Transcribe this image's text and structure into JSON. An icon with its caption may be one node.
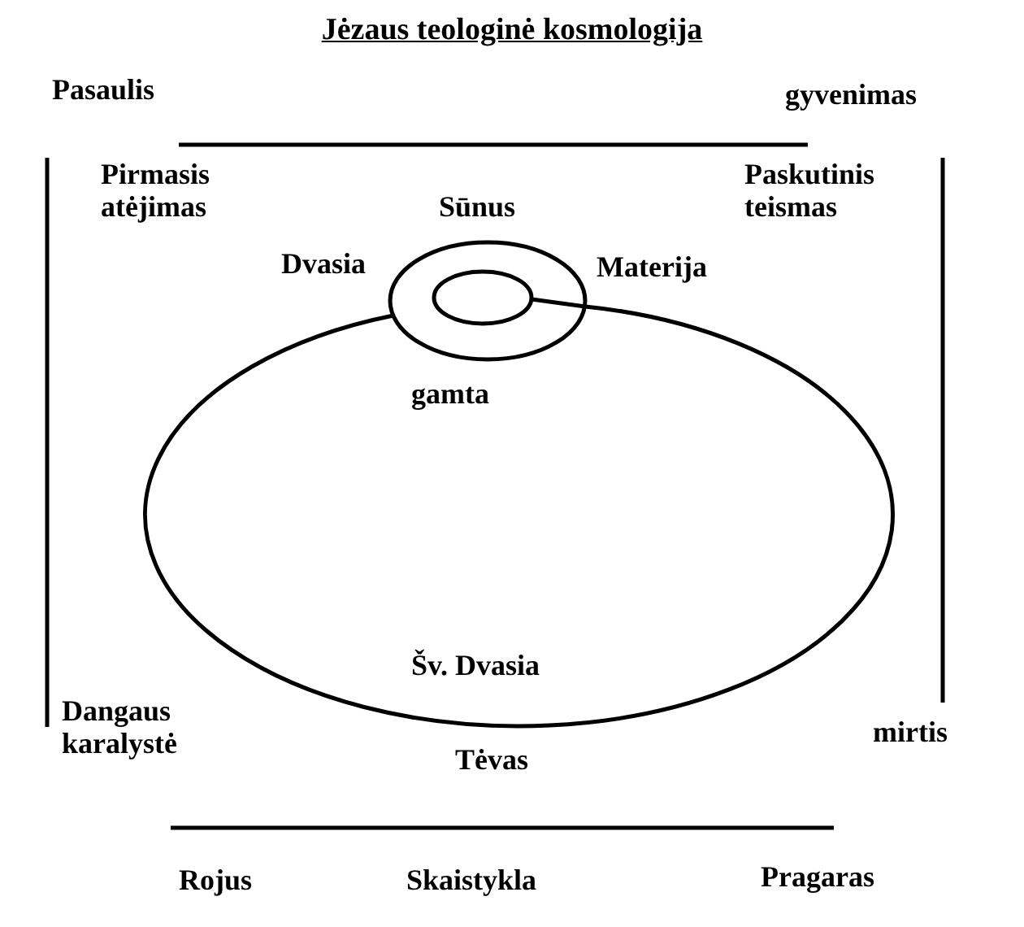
{
  "diagram": {
    "title": "Jėzaus teologinė kosmologija",
    "labels": [
      "Pasaulis",
      "gyvenimas",
      "Pirmasis atėjimas",
      "Sūnus",
      "Paskutinis teismas",
      "Dvasia",
      "Materija",
      "gamta",
      "Šv. Dvasia",
      "Dangaus karalystė",
      "mirtis",
      "Tėvas",
      "Rojus",
      "Skaistykla",
      "Pragaras"
    ]
  }
}
